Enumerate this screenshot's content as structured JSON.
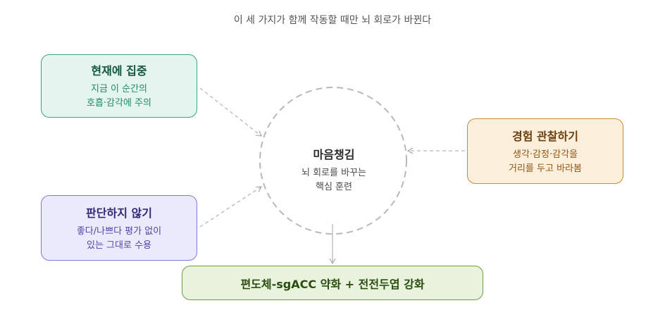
{
  "title": "이 세 가지가 함께 작동할 때만 뇌 회로가 바뀐다",
  "center": {
    "title": "마음챙김",
    "lines": [
      "뇌 회로를 바꾸는",
      "핵심 훈련"
    ]
  },
  "focus": {
    "title": "현재에 집중",
    "lines": [
      "지금 이 순간의",
      "호흡·감각에 주의"
    ]
  },
  "observe": {
    "title": "경험 관찰하기",
    "lines": [
      "생각·감정·감각을",
      "거리를 두고 바라봄"
    ]
  },
  "nonjudge": {
    "title": "판단하지 않기",
    "lines": [
      "좋다/나쁘다 평가 없이",
      "있는 그대로 수용"
    ]
  },
  "result": {
    "title": "편도체-sgACC 약화 + 전전두엽 강화"
  },
  "colors": {
    "focus_fill": "#e3f5ee",
    "focus_border": "#3fa27a",
    "observe_fill": "#fbefdc",
    "observe_border": "#c98a3a",
    "nonjudge_fill": "#ebeafc",
    "nonjudge_border": "#7d78d6",
    "result_fill": "#e8f2dc",
    "result_border": "#6f9e45",
    "connector": "#b0b0b0"
  }
}
